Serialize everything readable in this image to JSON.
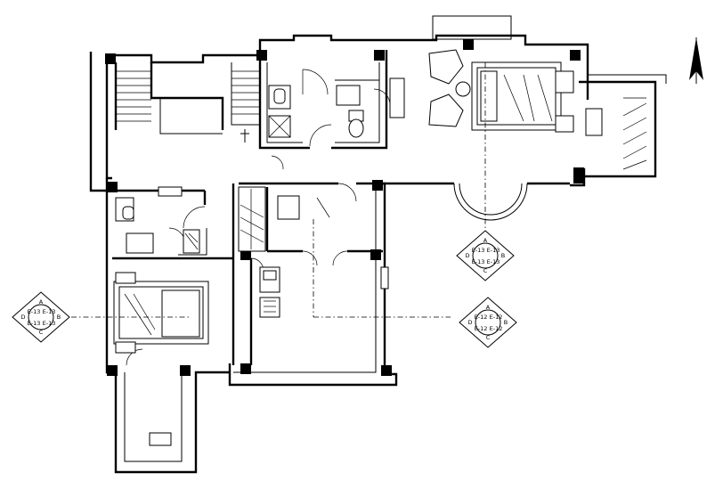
{
  "elevation_markers": [
    {
      "id": "marker-east-upper",
      "labels": {
        "top": "A",
        "left": "D",
        "right": "B",
        "bottom": "C",
        "nw": "E-13",
        "ne": "E-13",
        "sw": "E-13",
        "se": "E-13"
      }
    },
    {
      "id": "marker-east-lower",
      "labels": {
        "top": "A",
        "left": "D",
        "right": "B",
        "bottom": "C",
        "nw": "E-12",
        "ne": "E-12",
        "sw": "E-12",
        "se": "E-12"
      }
    },
    {
      "id": "marker-west",
      "labels": {
        "top": "A",
        "left": "D",
        "right": "B",
        "bottom": "C",
        "nw": "E-13",
        "ne": "E-13",
        "sw": "E-13",
        "se": "E-13"
      }
    }
  ],
  "icons": {
    "north": "north-arrow-icon"
  }
}
